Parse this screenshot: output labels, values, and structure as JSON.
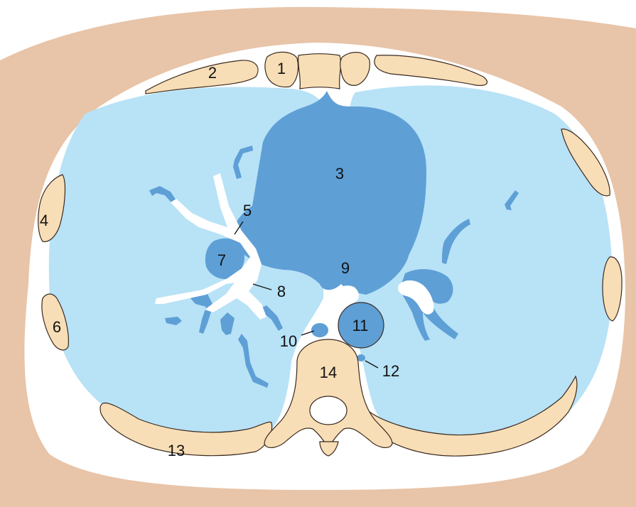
{
  "colors": {
    "background": "#ffffff",
    "soft_tissue": "#e8c4a8",
    "lung": "#b8e2f6",
    "heart_vessels": "#5e9fd6",
    "bone": "#f8deb6",
    "airway": "#ffffff"
  },
  "labels": {
    "l1": "1",
    "l2": "2",
    "l3": "3",
    "l4": "4",
    "l5": "5",
    "l6": "6",
    "l7": "7",
    "l8": "8",
    "l9": "9",
    "l10": "10",
    "l11": "11",
    "l12": "12",
    "l13": "13",
    "l14": "14"
  }
}
